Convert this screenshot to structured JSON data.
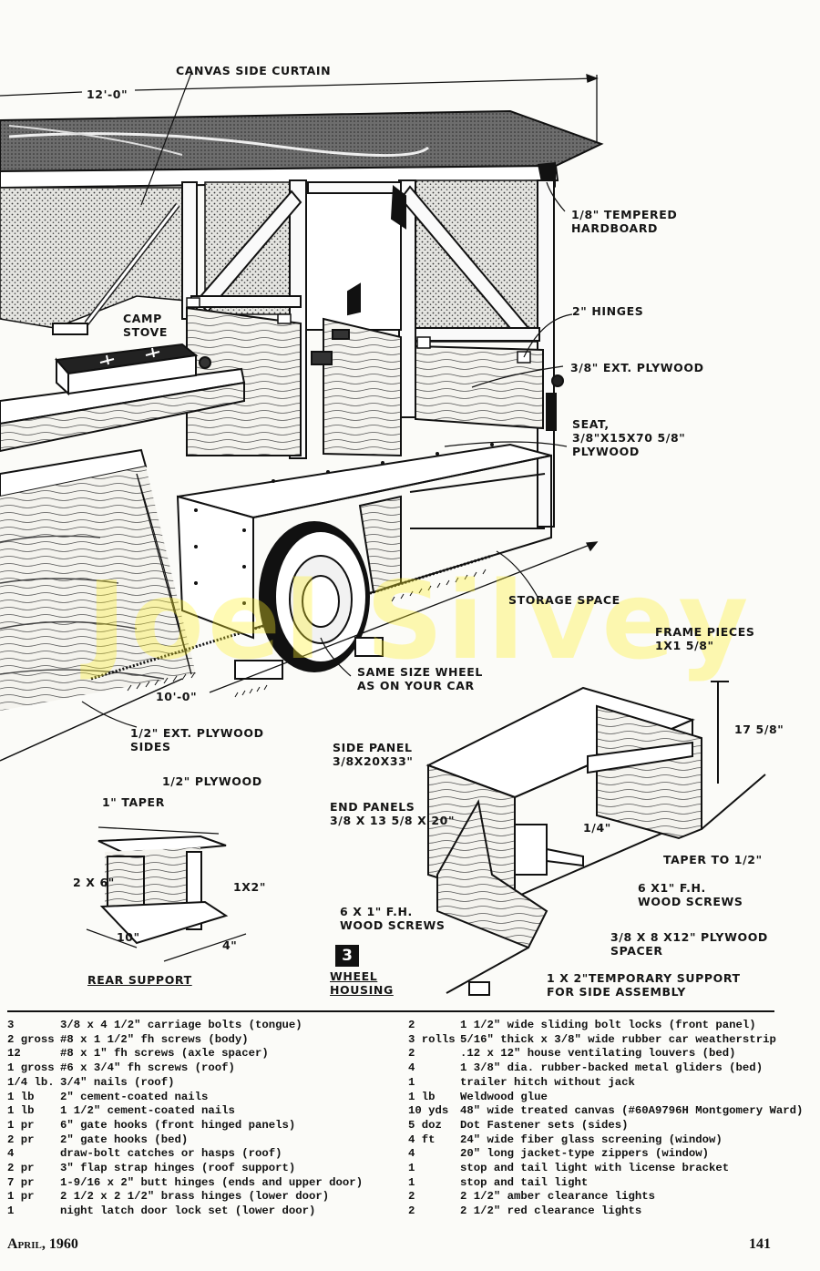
{
  "figure": {
    "labels": {
      "canvas_curtain": "CANVAS SIDE CURTAIN",
      "dim_12ft": "12'-0\"",
      "tempered_hardboard": "1/8\" TEMPERED\nHARDBOARD",
      "camp_stove": "CAMP\nSTOVE",
      "hinges": "2\" HINGES",
      "ext_plywood": "3/8\" EXT. PLYWOOD",
      "seat": "SEAT,\n3/8\"X15X70 5/8\"\nPLYWOOD",
      "storage_space": "STORAGE SPACE",
      "same_wheel": "SAME SIZE WHEEL\nAS ON YOUR CAR",
      "dim_10ft": "10'-0\"",
      "ext_plywood_sides": "1/2\" EXT. PLYWOOD\nSIDES",
      "frame_pieces": "FRAME PIECES\n1X1 5/8\"",
      "dim_17": "17 5/8\"",
      "side_panel": "SIDE PANEL\n3/8X20X33\"",
      "end_panels": "END PANELS\n3/8 X 13 5/8 X 20\"",
      "quarter": "1/4\"",
      "taper_half": "TAPER TO 1/2\"",
      "wood_screws_right": "6 X1\" F.H.\nWOOD SCREWS",
      "wood_screws_left": "6 X 1\" F.H.\nWOOD SCREWS",
      "plywood_spacer": "3/8 X 8 X12\" PLYWOOD\nSPACER",
      "temp_support": "1 X 2\"TEMPORARY SUPPORT\nFOR SIDE ASSEMBLY",
      "half_plywood": "1/2\" PLYWOOD",
      "taper_1in": "1\" TAPER",
      "two_by_six": "2 X 6\"",
      "one_by_two": "1X2\"",
      "dim_10in": "10\"",
      "dim_4in": "4\"",
      "rear_support": "REAR SUPPORT",
      "fig_number": "3",
      "wheel_housing": "WHEEL\nHOUSING"
    },
    "watermark": "Joel Silvey"
  },
  "materials_left": [
    {
      "qty": "3",
      "desc": "3/8 x 4 1/2\" carriage bolts (tongue)"
    },
    {
      "qty": "2 gross",
      "desc": "#8 x 1 1/2\" fh screws (body)"
    },
    {
      "qty": "12",
      "desc": "#8 x 1\" fh screws (axle spacer)"
    },
    {
      "qty": "1 gross",
      "desc": "#6 x 3/4\" fh screws (roof)"
    },
    {
      "qty": "1/4 lb.",
      "desc": "3/4\" nails (roof)"
    },
    {
      "qty": "1 lb",
      "desc": "2\" cement-coated nails"
    },
    {
      "qty": "1 lb",
      "desc": "1 1/2\" cement-coated nails"
    },
    {
      "qty": "1 pr",
      "desc": "6\" gate hooks (front hinged panels)"
    },
    {
      "qty": "2 pr",
      "desc": "2\" gate hooks (bed)"
    },
    {
      "qty": "4",
      "desc": "draw-bolt catches or hasps (roof)"
    },
    {
      "qty": "2 pr",
      "desc": "3\" flap strap hinges (roof support)"
    },
    {
      "qty": "7 pr",
      "desc": "1-9/16 x 2\" butt hinges (ends and upper door)"
    },
    {
      "qty": "1 pr",
      "desc": "2 1/2 x 2 1/2\" brass hinges (lower door)"
    },
    {
      "qty": "1",
      "desc": "night latch door lock set (lower door)"
    }
  ],
  "materials_right": [
    {
      "qty": "2",
      "desc": "1 1/2\" wide sliding bolt locks (front panel)"
    },
    {
      "qty": "3 rolls",
      "desc": "5/16\" thick x 3/8\" wide rubber car weatherstrip"
    },
    {
      "qty": "2",
      "desc": ".12 x 12\" house ventilating louvers (bed)"
    },
    {
      "qty": "4",
      "desc": "1 3/8\" dia. rubber-backed metal gliders (bed)"
    },
    {
      "qty": "1",
      "desc": "trailer hitch without jack"
    },
    {
      "qty": "1 lb",
      "desc": "Weldwood glue"
    },
    {
      "qty": "10 yds",
      "desc": "48\" wide treated canvas (#60A9796H Montgomery Ward)"
    },
    {
      "qty": "5 doz",
      "desc": "Dot Fastener sets (sides)"
    },
    {
      "qty": "4 ft",
      "desc": "24\" wide fiber glass screening (window)"
    },
    {
      "qty": "4",
      "desc": "20\" long jacket-type zippers (window)"
    },
    {
      "qty": "1",
      "desc": "stop and tail light with license bracket"
    },
    {
      "qty": "1",
      "desc": "stop and tail light"
    },
    {
      "qty": "2",
      "desc": "2 1/2\" amber clearance lights"
    },
    {
      "qty": "2",
      "desc": "2 1/2\" red clearance lights"
    }
  ],
  "footer": {
    "date": "April, 1960",
    "page": "141"
  }
}
